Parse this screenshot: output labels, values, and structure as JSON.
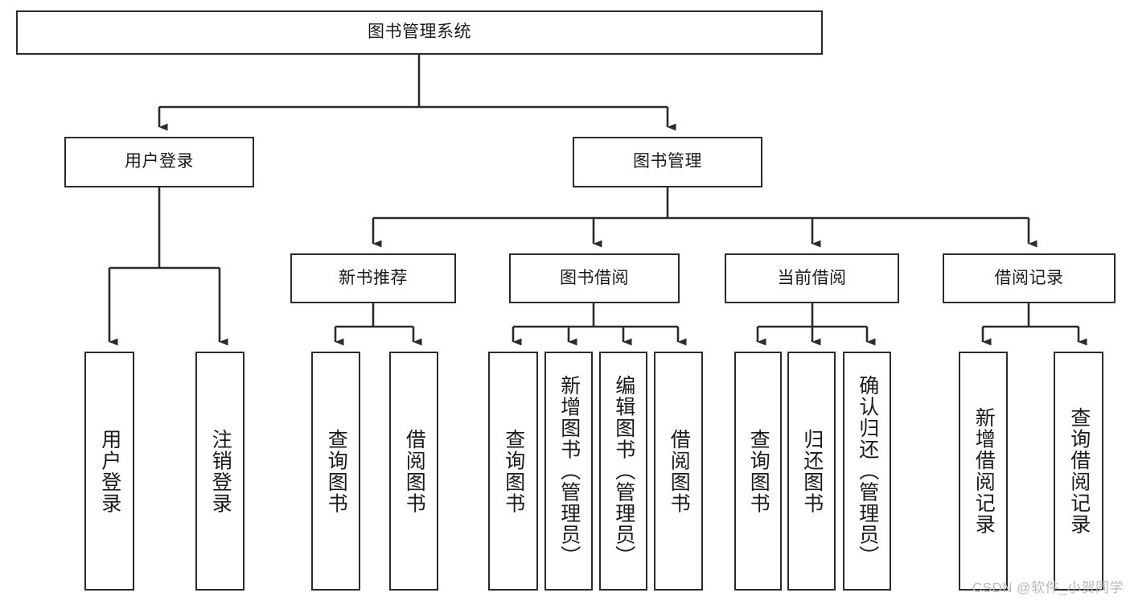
{
  "diagram": {
    "title_node": {
      "label": "图书管理系统"
    },
    "level2": [
      {
        "id": "user-login",
        "label": "用户登录"
      },
      {
        "id": "book-management",
        "label": "图书管理"
      }
    ],
    "level3": [
      {
        "id": "new-book-recommend",
        "label": "新书推荐"
      },
      {
        "id": "book-borrow",
        "label": "图书借阅"
      },
      {
        "id": "current-borrow",
        "label": "当前借阅"
      },
      {
        "id": "borrow-record",
        "label": "借阅记录"
      }
    ],
    "leaves": {
      "user_login": [
        {
          "id": "leaf-user-login",
          "label": "用户登录"
        },
        {
          "id": "leaf-logout-login",
          "label": "注销登录"
        }
      ],
      "new_book_recommend": [
        {
          "id": "leaf-query-book-1",
          "label": "查询图书"
        },
        {
          "id": "leaf-borrow-book-1",
          "label": "借阅图书"
        }
      ],
      "book_borrow": [
        {
          "id": "leaf-query-book-2",
          "label": "查询图书"
        },
        {
          "id": "leaf-add-book",
          "label": "新增图书（管理员）"
        },
        {
          "id": "leaf-edit-book",
          "label": "编辑图书（管理员）"
        },
        {
          "id": "leaf-borrow-book-2",
          "label": "借阅图书"
        }
      ],
      "current_borrow": [
        {
          "id": "leaf-query-book-3",
          "label": "查询图书"
        },
        {
          "id": "leaf-return-book",
          "label": "归还图书"
        },
        {
          "id": "leaf-confirm-return",
          "label": "确认归还（管理员）"
        }
      ],
      "borrow_record": [
        {
          "id": "leaf-add-record",
          "label": "新增借阅记录"
        },
        {
          "id": "leaf-query-record",
          "label": "查询借阅记录"
        }
      ]
    }
  },
  "watermark": {
    "text": "CSDN @软件_小贺同学"
  },
  "colors": {
    "stroke": "#2b2b2b",
    "background": "#ffffff",
    "text": "#1a1a1a",
    "watermark": "#b9b9b9"
  }
}
